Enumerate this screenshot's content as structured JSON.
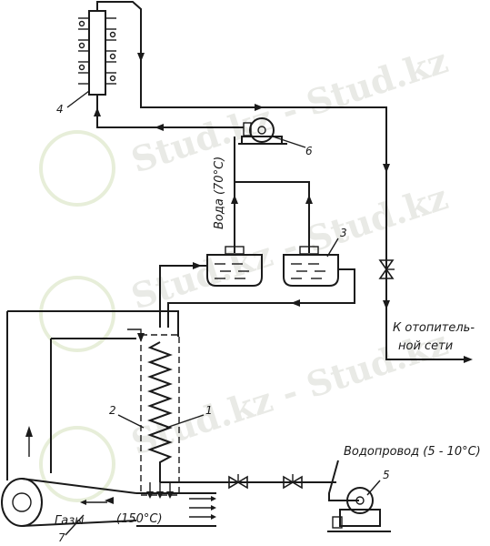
{
  "labels": {
    "water_temp": "Вода (70°С)",
    "heating_network_1": "К отопитель-",
    "heating_network_2": "ной сети",
    "water_supply": "Водопровод (5 - 10°С)",
    "gases": "Газы",
    "gas_temp": "(150°С)"
  },
  "numbers": {
    "n1": "1",
    "n2": "2",
    "n3": "3",
    "n4": "4",
    "n5": "5",
    "n6": "6",
    "n7": "7"
  },
  "watermark": "Stud.kz - Stud.kz"
}
